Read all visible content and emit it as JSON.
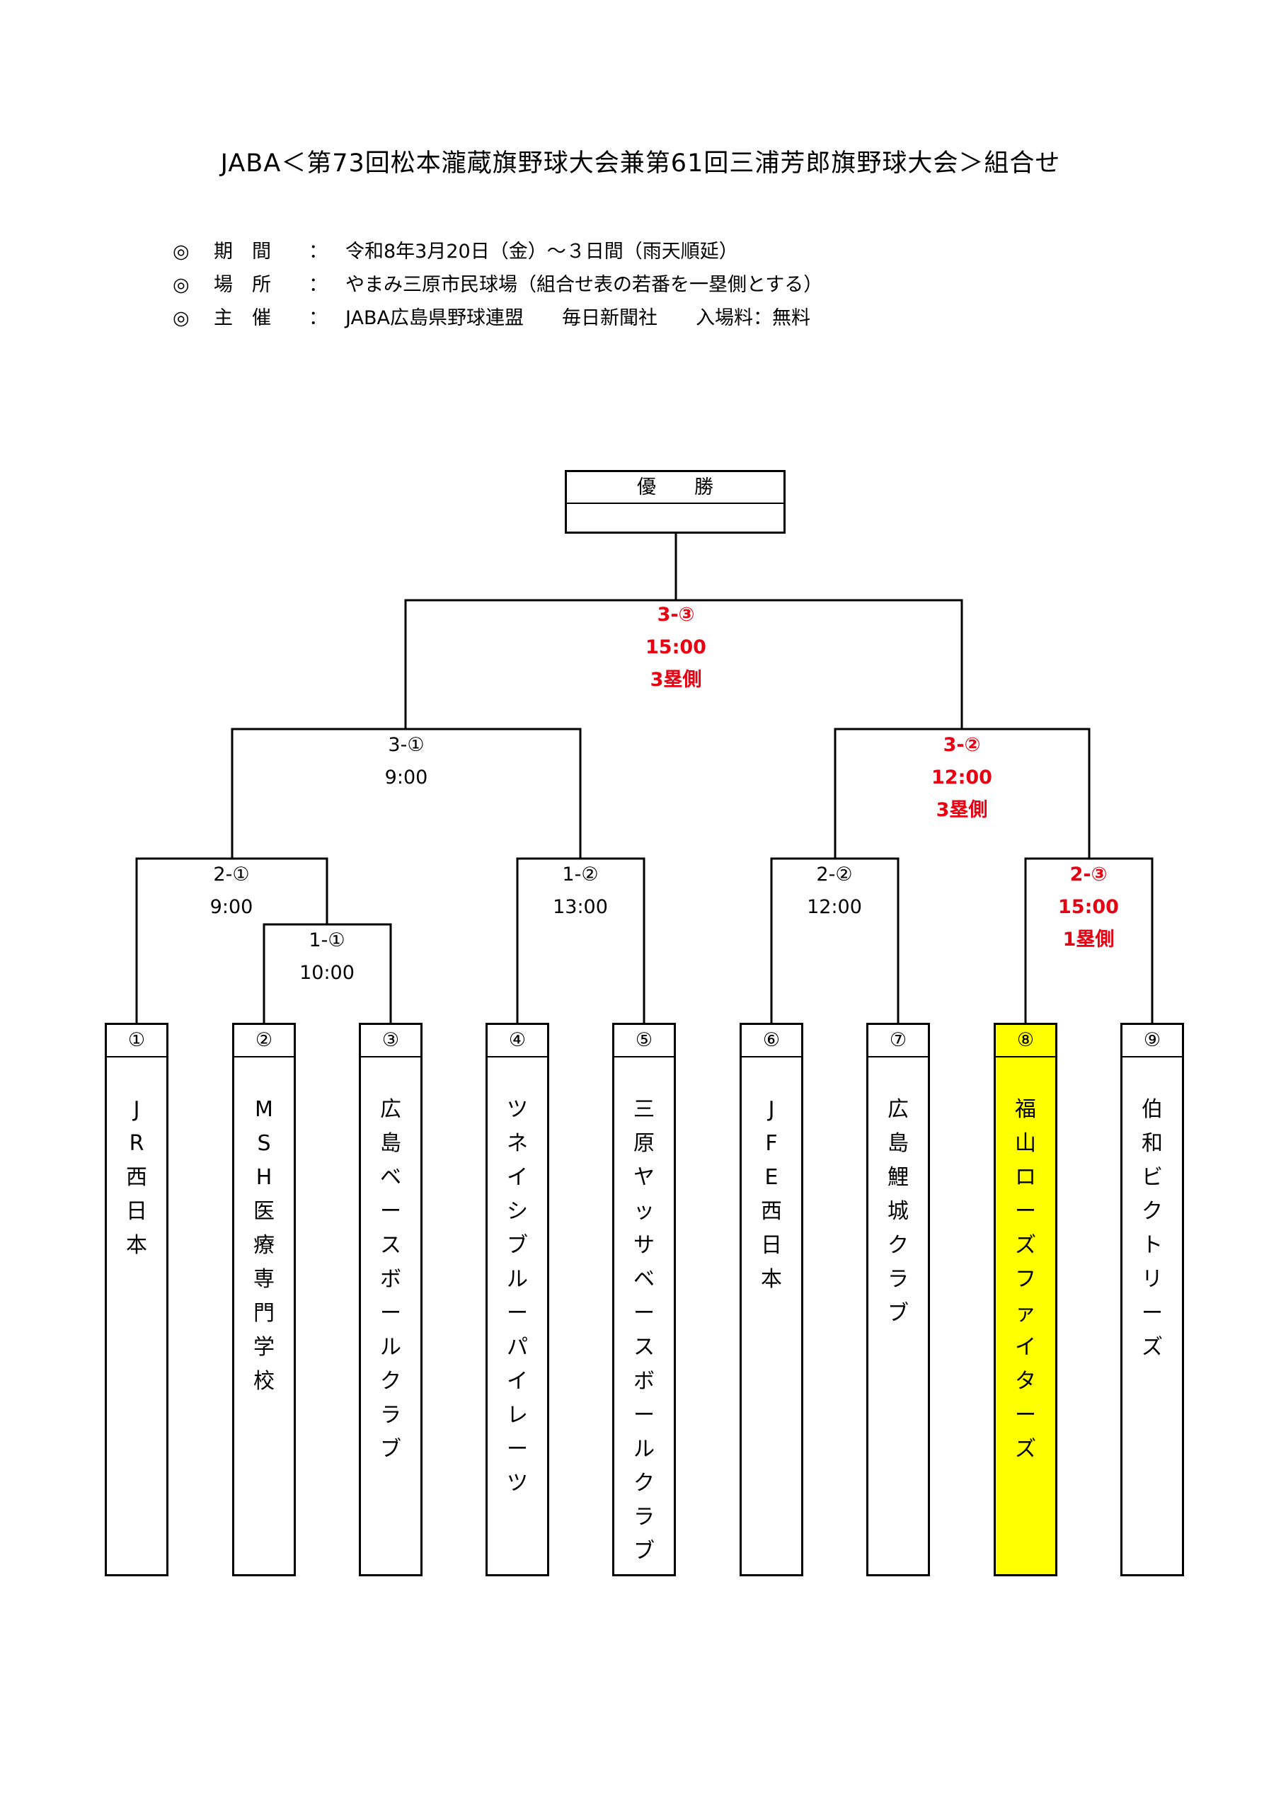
{
  "title": "JABA＜第73回松本瀧蔵旗野球大会兼第61回三浦芳郎旗野球大会＞組合せ",
  "info": [
    {
      "mark": "◎",
      "label": "期　間",
      "colon": "：",
      "value": "令和8年3月20日（金）～３日間（雨天順延）"
    },
    {
      "mark": "◎",
      "label": "場　所",
      "colon": "：",
      "value": "やまみ三原市民球場（組合せ表の若番を一塁側とする）"
    },
    {
      "mark": "◎",
      "label": "主　催",
      "colon": "：",
      "value": "JABA広島県野球連盟　　毎日新聞社　　入場料：無料"
    }
  ],
  "winner": {
    "label": "優　　勝",
    "name": ""
  },
  "matches": {
    "final": {
      "game": "3-③",
      "time": "15:00",
      "side": "3塁側"
    },
    "semi1": {
      "game": "3-①",
      "time": "9:00",
      "side": ""
    },
    "semi2": {
      "game": "3-②",
      "time": "12:00",
      "side": "3塁側"
    },
    "qf1": {
      "game": "2-①",
      "time": "9:00",
      "side": ""
    },
    "qf2": {
      "game": "1-②",
      "time": "13:00",
      "side": ""
    },
    "qf3": {
      "game": "2-②",
      "time": "12:00",
      "side": ""
    },
    "qf4": {
      "game": "2-③",
      "time": "15:00",
      "side": "1塁側"
    },
    "r1": {
      "game": "1-①",
      "time": "10:00",
      "side": ""
    }
  },
  "teams": [
    {
      "seed": "①",
      "name": "JR西日本",
      "highlight": false
    },
    {
      "seed": "②",
      "name": "MSH医療専門学校",
      "highlight": false
    },
    {
      "seed": "③",
      "name": "広島ベースボールクラブ",
      "highlight": false
    },
    {
      "seed": "④",
      "name": "ツネイシブルーパイレーツ",
      "highlight": false
    },
    {
      "seed": "⑤",
      "name": "三原ヤッサベースボールクラブ",
      "highlight": false
    },
    {
      "seed": "⑥",
      "name": "JFE西日本",
      "highlight": false
    },
    {
      "seed": "⑦",
      "name": "広島鯉城クラブ",
      "highlight": false
    },
    {
      "seed": "⑧",
      "name": "福山ローズファイターズ",
      "highlight": true
    },
    {
      "seed": "⑨",
      "name": "伯和ビクトリーズ",
      "highlight": false
    }
  ],
  "colors": {
    "highlight_red": "#e60012",
    "highlight_yellow": "#ffff00"
  }
}
